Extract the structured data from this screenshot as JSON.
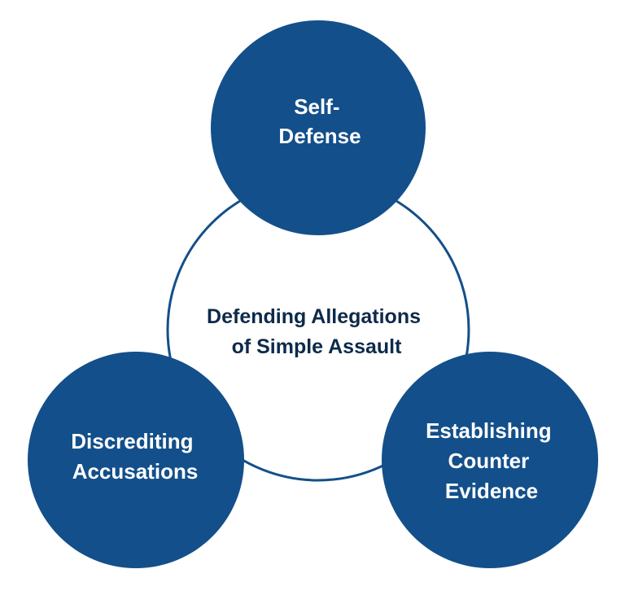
{
  "diagram": {
    "type": "venn-hub",
    "colors": {
      "node_fill": "#134f8a",
      "hub_stroke": "#134f8a",
      "hub_fill": "#ffffff",
      "node_text": "#ffffff",
      "hub_text": "#0d2a4a"
    },
    "hub": {
      "lines": [
        "Defending Allegations",
        "of Simple Assault"
      ]
    },
    "nodes": [
      {
        "id": "top",
        "lines": [
          "Self-",
          "Defense"
        ]
      },
      {
        "id": "bottom-left",
        "lines": [
          "Discrediting",
          "Accusations"
        ]
      },
      {
        "id": "bottom-right",
        "lines": [
          "Establishing",
          "Counter",
          "Evidence"
        ]
      }
    ]
  }
}
